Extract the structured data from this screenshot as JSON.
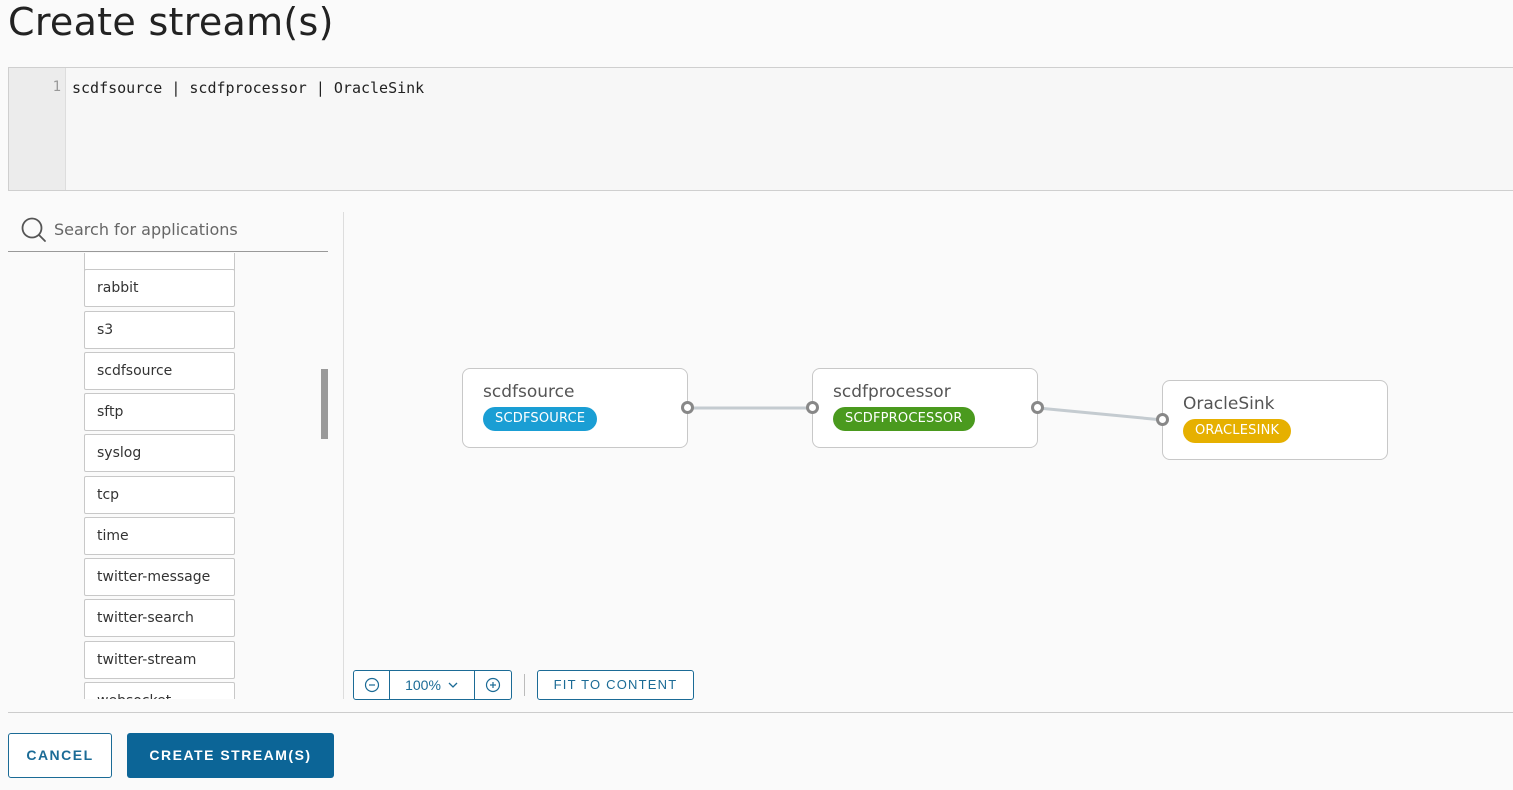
{
  "page": {
    "title": "Create stream(s)"
  },
  "editor": {
    "line_number": "1",
    "code": "scdfsource | scdfprocessor | OracleSink"
  },
  "palette": {
    "search_placeholder": "Search for applications",
    "apps": [
      "rabbit",
      "s3",
      "scdfsource",
      "sftp",
      "syslog",
      "tcp",
      "time",
      "twitter-message",
      "twitter-search",
      "twitter-stream",
      "websocket"
    ]
  },
  "graph": {
    "nodes": [
      {
        "title": "scdfsource",
        "badge": "SCDFSOURCE",
        "badge_color": "#1a9ed4"
      },
      {
        "title": "scdfprocessor",
        "badge": "SCDFPROCESSOR",
        "badge_color": "#4a9a1e"
      },
      {
        "title": "OracleSink",
        "badge": "ORACLESINK",
        "badge_color": "#e6b000"
      }
    ]
  },
  "zoom": {
    "level": "100%"
  },
  "toolbar": {
    "fit_label": "FIT TO CONTENT"
  },
  "footer": {
    "cancel_label": "CANCEL",
    "create_label": "CREATE STREAM(S)"
  },
  "colors": {
    "accent": "#0c6597",
    "link": "#c4cbd0"
  }
}
